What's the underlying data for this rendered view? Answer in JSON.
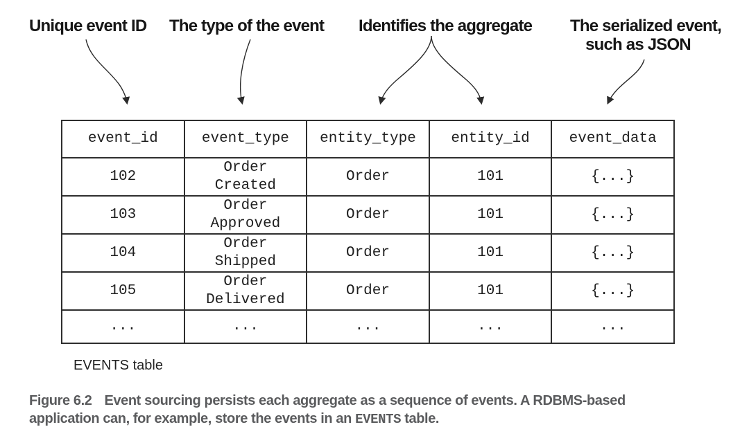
{
  "callouts": {
    "unique_event_id": "Unique event ID",
    "type_of_event": "The type of the event",
    "identifies_aggregate": "Identifies the aggregate",
    "serialized_line1": "The serialized event,",
    "serialized_line2": "such as JSON"
  },
  "table": {
    "columns": [
      "event_id",
      "event_type",
      "entity_type",
      "entity_id",
      "event_data"
    ],
    "rows": [
      [
        "102",
        "Order\nCreated",
        "Order",
        "101",
        "{...}"
      ],
      [
        "103",
        "Order\nApproved",
        "Order",
        "101",
        "{...}"
      ],
      [
        "104",
        "Order\nShipped",
        "Order",
        "101",
        "{...}"
      ],
      [
        "105",
        "Order\nDelivered",
        "Order",
        "101",
        "{...}"
      ],
      [
        "...",
        "...",
        "...",
        "...",
        "..."
      ]
    ],
    "label": "EVENTS table"
  },
  "caption": {
    "figure_label": "Figure 6.2",
    "line1": "Event sourcing persists each aggregate as a sequence of events. A RDBMS-based",
    "line2_before_code": "application can, for example, store the events in an ",
    "code": "EVENTS",
    "line2_after_code": " table."
  },
  "colors": {
    "text": "#161616",
    "table_border": "#2e2e2e",
    "caption_text": "#5a5b5d",
    "background": "#ffffff"
  }
}
